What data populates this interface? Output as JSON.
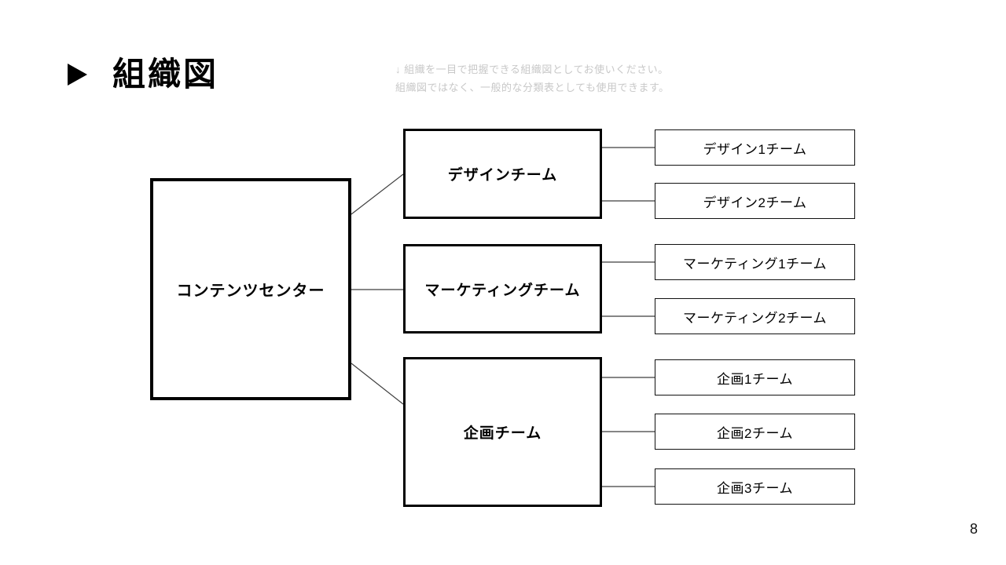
{
  "slide": {
    "title": "組織図",
    "note_line1": "↓ 組織を一目で把握できる組織図としてお使いください。",
    "note_line2": "組織図ではなく、一般的な分類表としても使用できます。",
    "page_number": "8"
  },
  "org_chart": {
    "root": {
      "label": "コンテンツセンター"
    },
    "departments": [
      {
        "label": "デザインチーム",
        "teams": [
          "デザイン1チーム",
          "デザイン2チーム"
        ]
      },
      {
        "label": "マーケティングチーム",
        "teams": [
          "マーケティング1チーム",
          "マーケティング2チーム"
        ]
      },
      {
        "label": "企画チーム",
        "teams": [
          "企画1チーム",
          "企画2チーム",
          "企画3チーム"
        ]
      }
    ]
  },
  "colors": {
    "background": "#ffffff",
    "box_border": "#000000",
    "note_text": "#c8c8c8",
    "connector_line": "#3f3f3f",
    "title_text": "#000000"
  }
}
